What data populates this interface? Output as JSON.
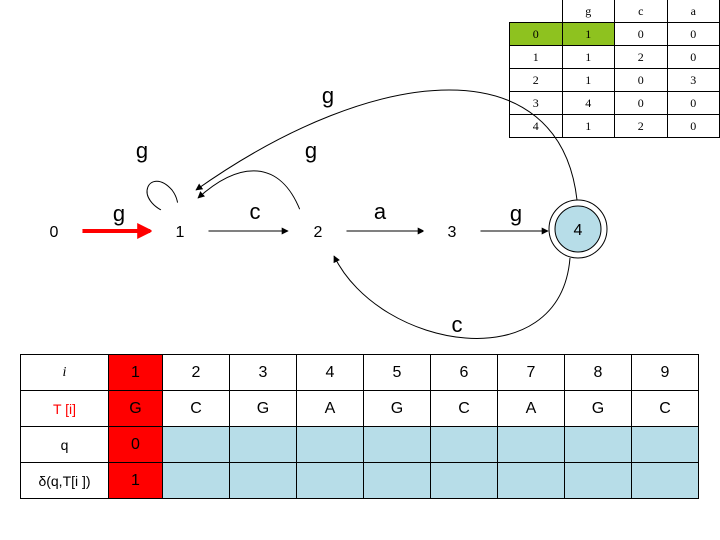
{
  "states": [
    "0",
    "1",
    "2",
    "3",
    "4"
  ],
  "edge_labels": {
    "e0_1": "g",
    "e1_2": "c",
    "e2_3": "a",
    "e3_4": "g",
    "self_1": "g",
    "e2_1": "g",
    "e4_1": "g",
    "e4_2": "c"
  },
  "delta_table": {
    "headers": [
      "",
      "g",
      "c",
      "a"
    ],
    "rows": [
      [
        "0",
        "1",
        "0",
        "0"
      ],
      [
        "1",
        "1",
        "2",
        "0"
      ],
      [
        "2",
        "1",
        "0",
        "3"
      ],
      [
        "3",
        "4",
        "0",
        "0"
      ],
      [
        "4",
        "1",
        "2",
        "0"
      ]
    ],
    "highlight_color": "#8ec21f"
  },
  "run_table": {
    "row_labels": [
      "i",
      "T [i]",
      "q",
      "δ(q,T[i ])"
    ],
    "i": [
      "1",
      "2",
      "3",
      "4",
      "5",
      "6",
      "7",
      "8",
      "9"
    ],
    "T": [
      "G",
      "C",
      "G",
      "A",
      "G",
      "C",
      "A",
      "G",
      "C"
    ],
    "q": [
      "0",
      "",
      "",
      "",
      "",
      "",
      "",
      "",
      ""
    ],
    "delta": [
      "1",
      "",
      "",
      "",
      "",
      "",
      "",
      "",
      ""
    ],
    "highlight_color": "#ff0000",
    "empty_color": "#b7dde8"
  },
  "colors": {
    "active_edge": "#ff0000",
    "accept_fill": "#b7dde8"
  }
}
